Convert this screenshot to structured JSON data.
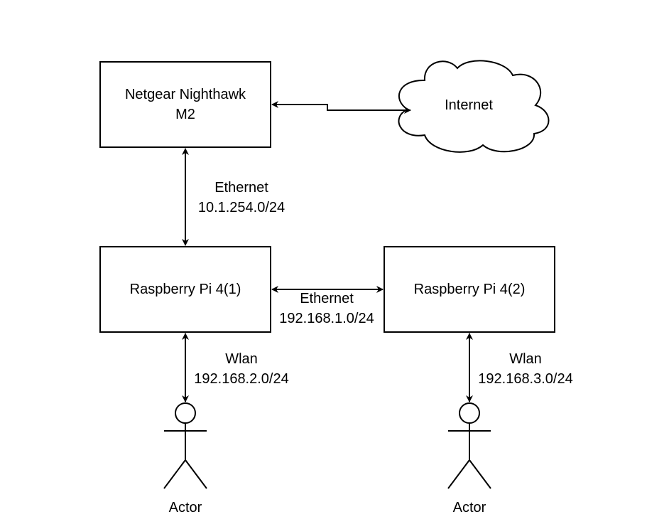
{
  "diagram": {
    "nodes": {
      "router": {
        "label_line1": "Netgear Nighthawk",
        "label_line2": "M2",
        "shape": "rectangle"
      },
      "internet": {
        "label": "Internet",
        "shape": "cloud"
      },
      "pi1": {
        "label": "Raspberry Pi 4(1)",
        "shape": "rectangle"
      },
      "pi2": {
        "label": "Raspberry Pi 4(2)",
        "shape": "rectangle"
      },
      "actor1": {
        "label": "Actor",
        "shape": "stick-figure"
      },
      "actor2": {
        "label": "Actor",
        "shape": "stick-figure"
      }
    },
    "edges": {
      "router_internet": {
        "from": "router",
        "to": "internet",
        "bidirectional": true,
        "label": ""
      },
      "router_pi1": {
        "from": "router",
        "to": "pi1",
        "bidirectional": true,
        "label_line1": "Ethernet",
        "label_line2": "10.1.254.0/24"
      },
      "pi1_pi2": {
        "from": "pi1",
        "to": "pi2",
        "bidirectional": true,
        "label_line1": "Ethernet",
        "label_line2": "192.168.1.0/24"
      },
      "pi1_actor1": {
        "from": "pi1",
        "to": "actor1",
        "bidirectional": true,
        "label_line1": "Wlan",
        "label_line2": "192.168.2.0/24"
      },
      "pi2_actor2": {
        "from": "pi2",
        "to": "actor2",
        "bidirectional": true,
        "label_line1": "Wlan",
        "label_line2": "192.168.3.0/24"
      }
    },
    "stroke_color": "#000000",
    "background_color": "#ffffff"
  }
}
